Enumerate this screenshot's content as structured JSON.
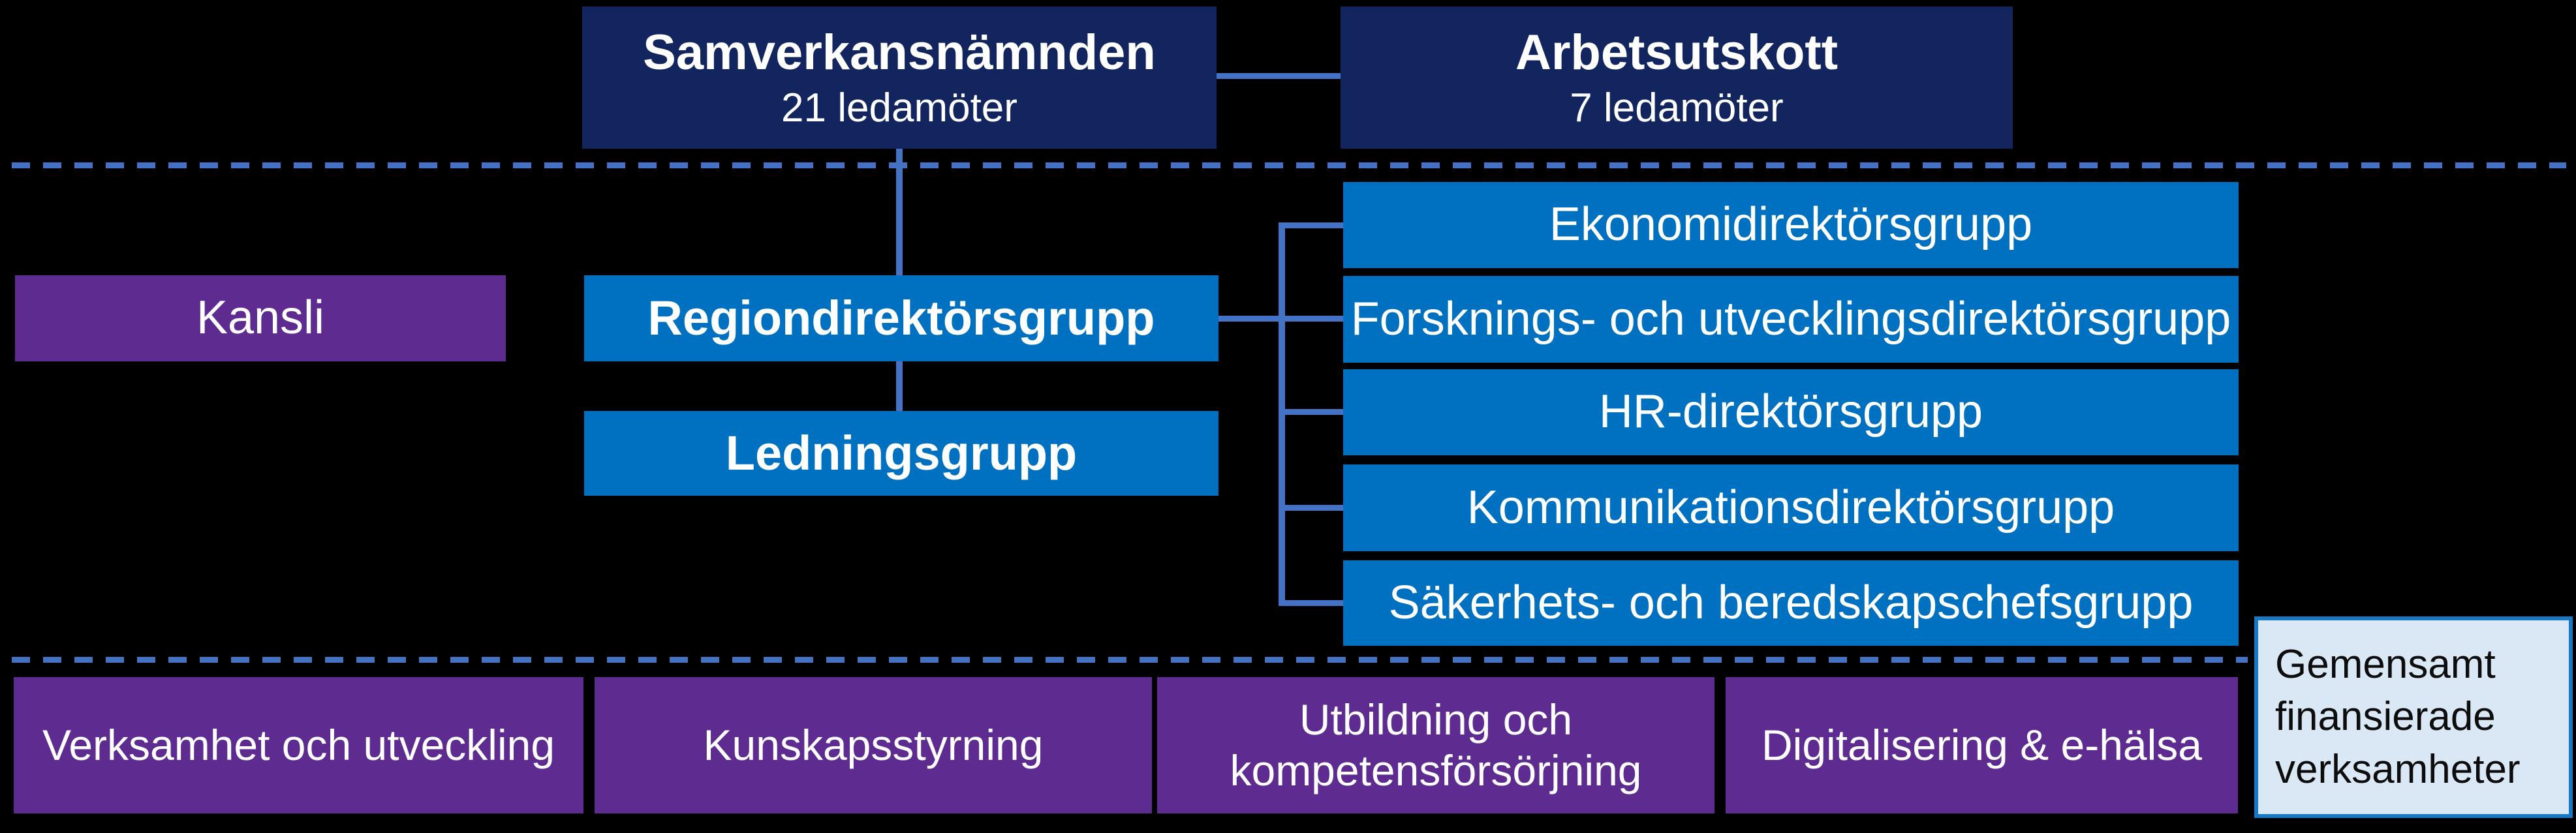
{
  "colors": {
    "background": "#000000",
    "navy_box": "#12255E",
    "blue_box": "#0070C0",
    "purple_box": "#5E2C90",
    "connector_and_dash": "#4472C4",
    "info_box_fill": "#DAE7F5",
    "info_box_border": "#1778C4",
    "box_text": "#FFFFFF",
    "info_box_text": "#0D0D0D"
  },
  "org_chart": {
    "top_row": [
      {
        "title": "Samverkansnämnden",
        "subtitle": "21 ledamöter"
      },
      {
        "title": "Arbetsutskott",
        "subtitle": "7 ledamöter"
      }
    ],
    "kansli": {
      "label": "Kansli"
    },
    "regiondirektorsgrupp": {
      "label": "Regiondirektörsgrupp"
    },
    "ledningsgrupp": {
      "label": "Ledningsgrupp"
    },
    "director_groups": [
      "Ekonomidirektörsgrupp",
      "Forsknings- och utvecklingsdirektörsgrupp",
      "HR-direktörsgrupp",
      "Kommunikationsdirektörsgrupp",
      "Säkerhets- och beredskapschefsgrupp"
    ],
    "bottom_row": [
      "Verksamhet och utveckling",
      "Kunskapsstyrning",
      "Utbildning och kompetensförsörjning",
      "Digitalisering & e-hälsa"
    ],
    "gemensamt": {
      "label": "Gemensamt finansierade verksamheter"
    }
  }
}
